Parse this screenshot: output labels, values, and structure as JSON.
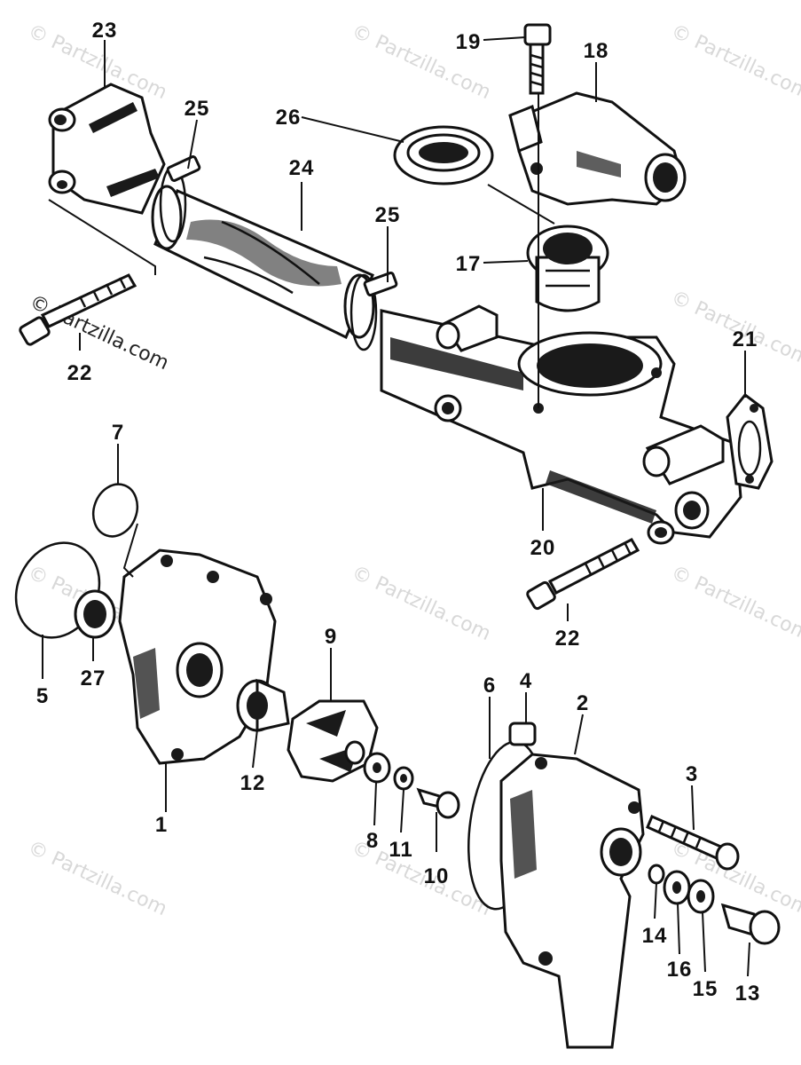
{
  "diagram": {
    "callouts": [
      "1",
      "2",
      "3",
      "4",
      "5",
      "6",
      "7",
      "8",
      "9",
      "10",
      "11",
      "12",
      "13",
      "14",
      "15",
      "16",
      "17",
      "18",
      "19",
      "20",
      "21",
      "22",
      "22",
      "23",
      "24",
      "25",
      "25",
      "26",
      "27"
    ],
    "watermark": "© Partzilla.com"
  }
}
